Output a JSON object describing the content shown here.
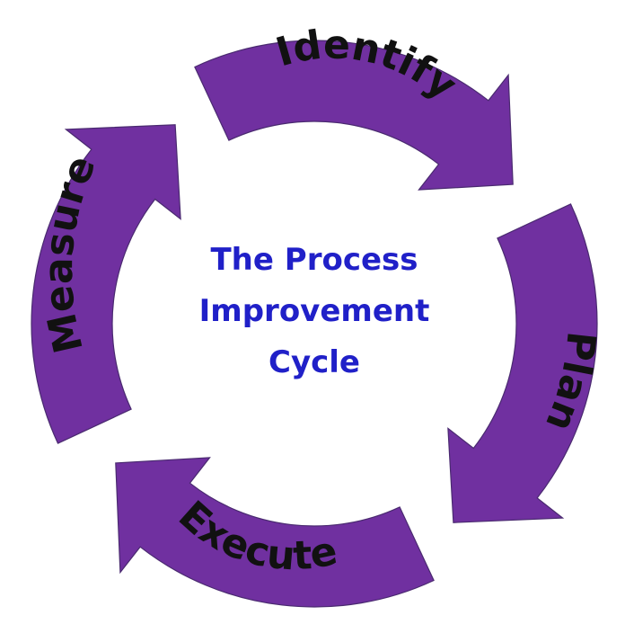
{
  "diagram": {
    "center_title": [
      "The Process",
      "Improvement",
      "Cycle"
    ],
    "steps": [
      {
        "label": "Identify"
      },
      {
        "label": "Plan"
      },
      {
        "label": "Execute"
      },
      {
        "label": "Measure"
      }
    ],
    "colors": {
      "arrow_fill": "#7030A0",
      "arrow_outline": "#4a2a70",
      "step_text": "#111111",
      "center_text": "#2020C8",
      "background": "#FFFFFF"
    }
  }
}
